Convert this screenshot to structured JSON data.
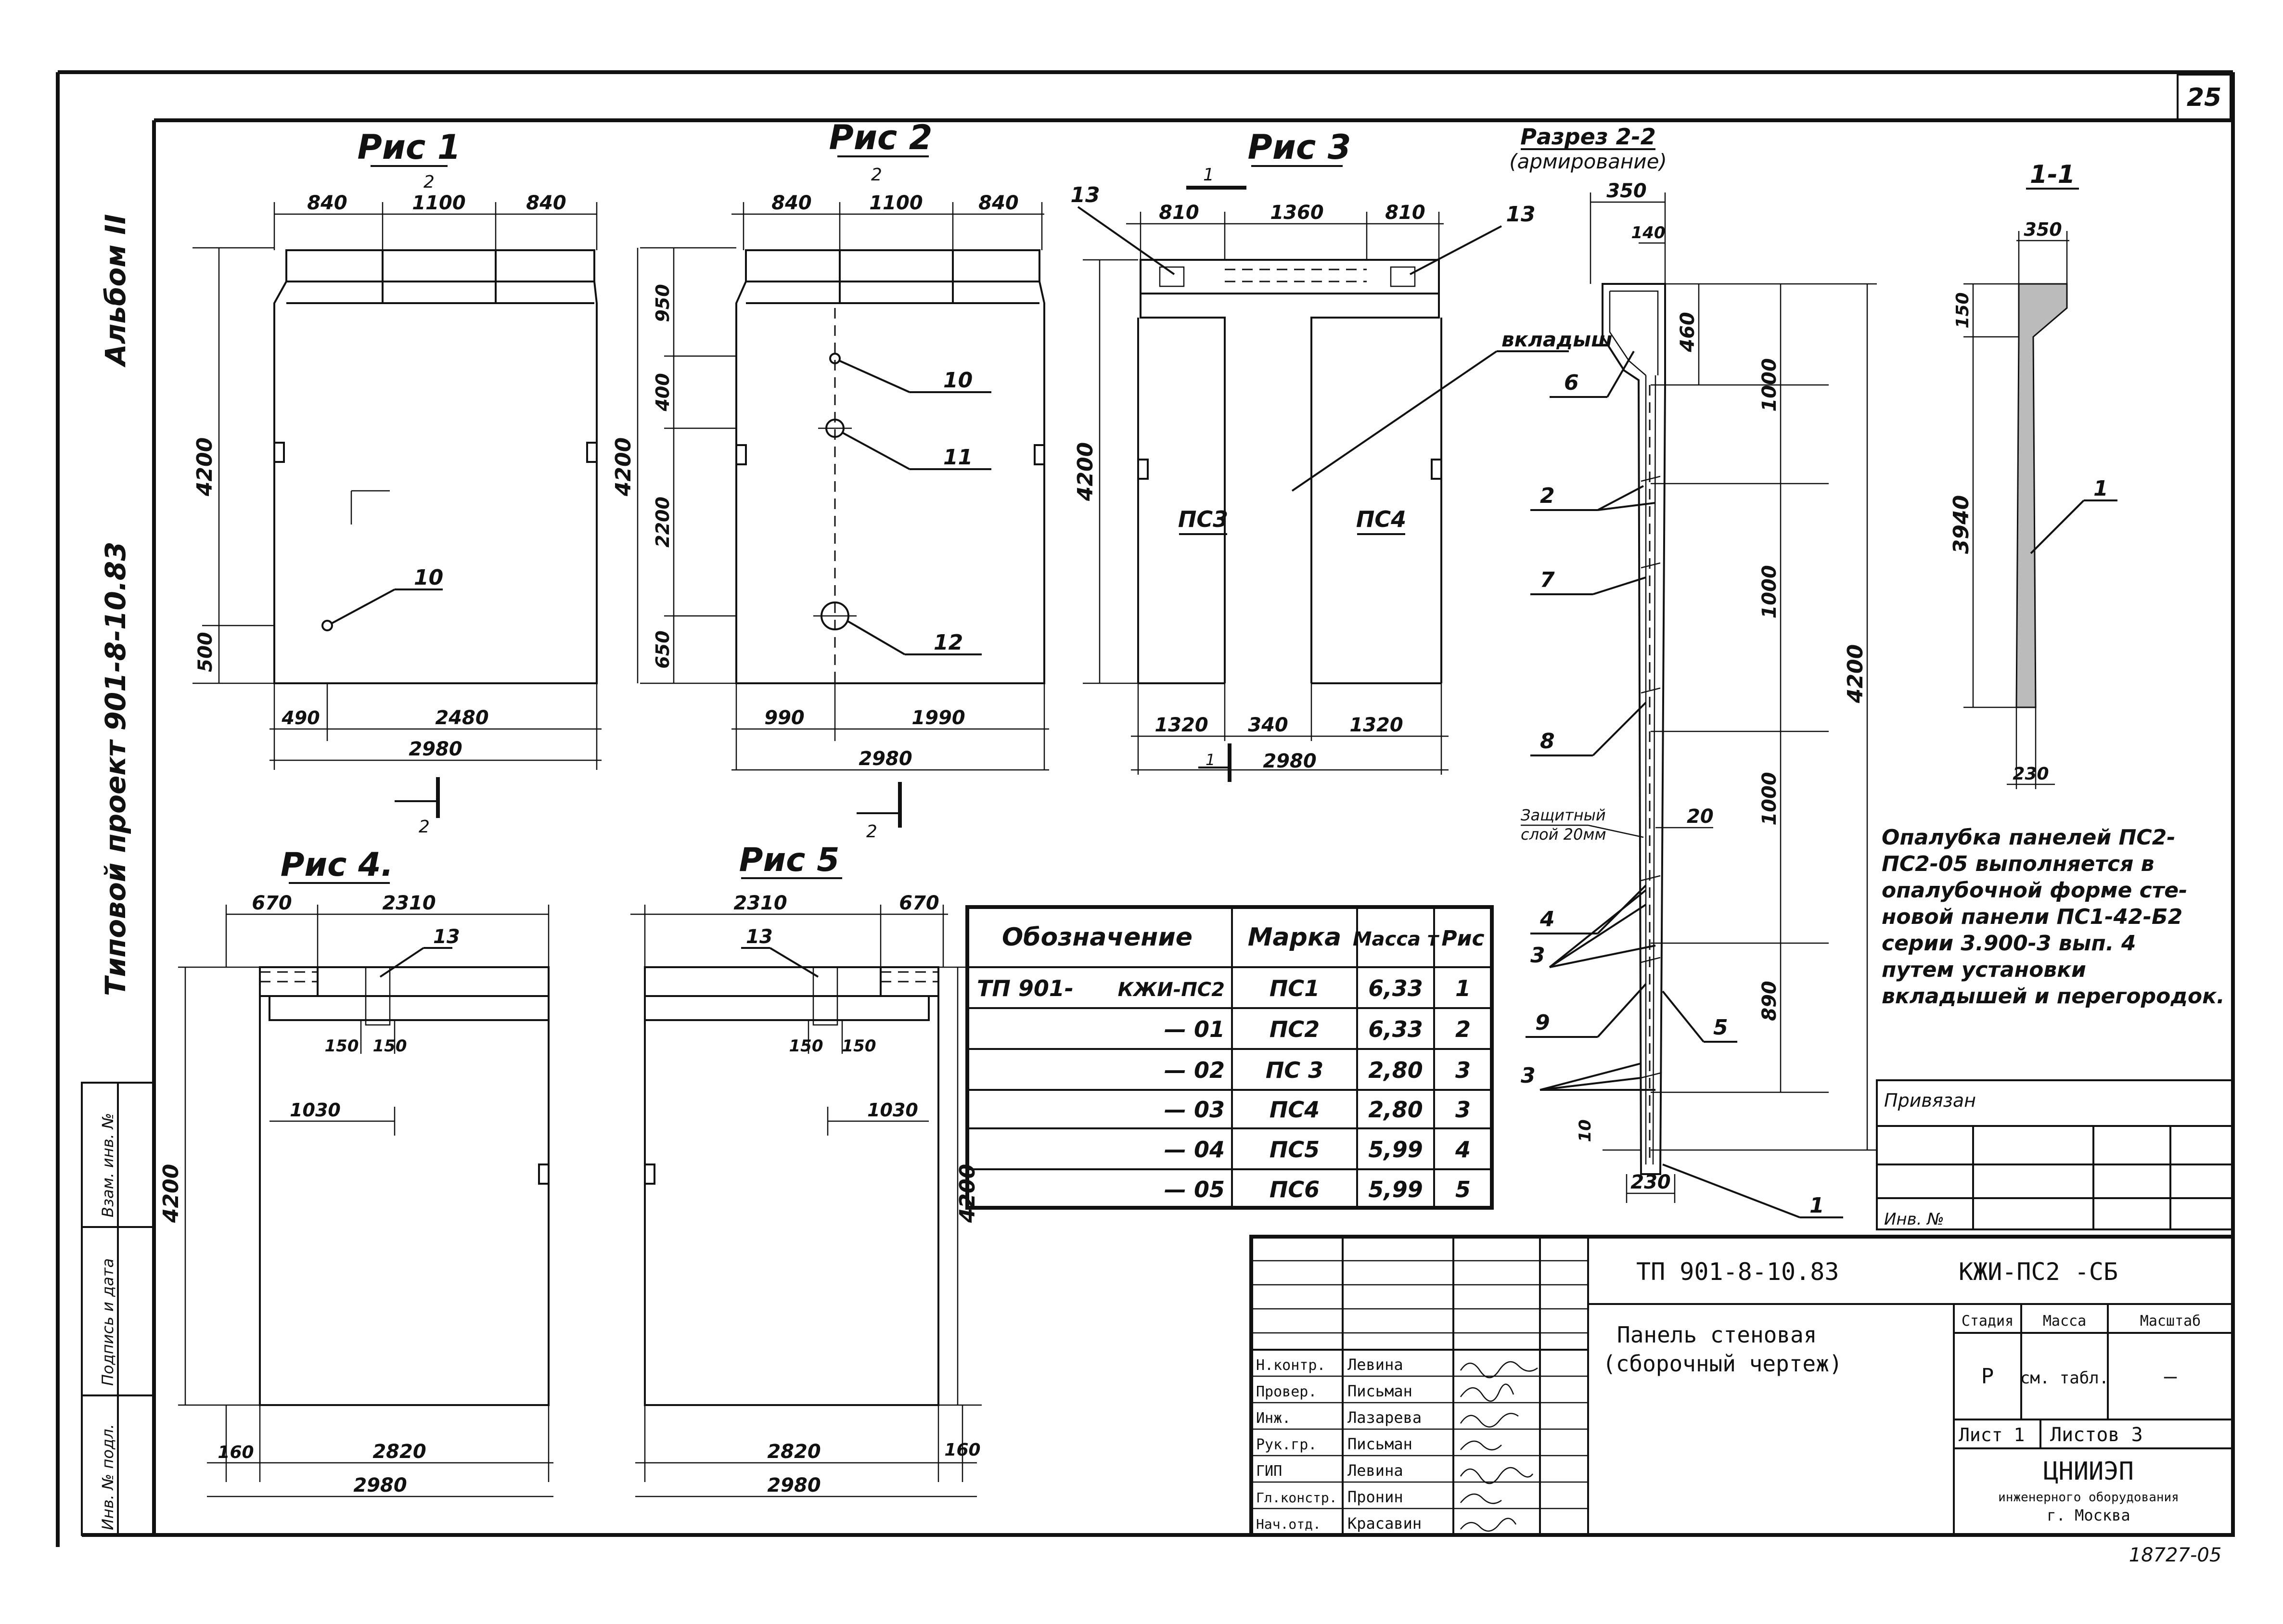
{
  "sheet": {
    "page_number": "25",
    "archive_number": "18727-05",
    "vertical_title_1": "Типовой проект 901-8-10.83",
    "vertical_title_2": "Альбом II",
    "left_stamp": {
      "inv_podl": "Инв. № подл.",
      "podpis": "Подпись и дата",
      "vzam": "Взам. инв. №"
    }
  },
  "figures": {
    "fig1": {
      "title": "Рис 1",
      "section_mark": "2",
      "dims_top": [
        "840",
        "1100",
        "840"
      ],
      "height": "4200",
      "dim_500": "500",
      "dims_bottom": [
        "490",
        "2480"
      ],
      "total_width": "2980",
      "callout_10": "10",
      "cut_mark": "2"
    },
    "fig2": {
      "title": "Рис 2",
      "section_mark": "2",
      "dims_top": [
        "840",
        "1100",
        "840"
      ],
      "height": "4200",
      "dims_left": [
        "950",
        "400",
        "2200",
        "650"
      ],
      "dims_bottom": [
        "990",
        "1990"
      ],
      "total_width": "2980",
      "callouts": [
        "10",
        "11",
        "12"
      ],
      "cut_mark": "2"
    },
    "fig3": {
      "title": "Рис 3",
      "section_mark": "1",
      "dims_top": [
        "810",
        "1360",
        "810"
      ],
      "height": "4200",
      "marks": [
        "ПС3",
        "ПС4"
      ],
      "dims_bottom": [
        "1320",
        "340",
        "1320"
      ],
      "total_width": "2980",
      "callouts": [
        "13",
        "13"
      ],
      "insert_label": "вкладыш",
      "cut_mark": "1"
    },
    "section22": {
      "title": "Разрез 2-2",
      "subtitle": "(армирование)",
      "dims_top": [
        "350",
        "140"
      ],
      "dims_right": [
        "460",
        "1000",
        "1000",
        "1000",
        "890"
      ],
      "height": "4200",
      "dim_20": "20",
      "dim_10": "10",
      "dim_bottom": "230",
      "cover_label_1": "Защитный",
      "cover_label_2": "слой 20мм",
      "callouts": [
        "6",
        "2",
        "7",
        "8",
        "4",
        "3",
        "9",
        "3",
        "5",
        "1"
      ]
    },
    "section11": {
      "title": "1-1",
      "dim_top": "350",
      "dim_150": "150",
      "height": "3940",
      "dim_bottom": "230",
      "callout": "1"
    },
    "fig4": {
      "title": "Рис 4.",
      "dims_top": [
        "670",
        "2310"
      ],
      "callout": "13",
      "dims_small": [
        "150",
        "150"
      ],
      "dim_1030": "1030",
      "height": "4200",
      "dims_bottom": [
        "160",
        "2820"
      ],
      "total_width": "2980"
    },
    "fig5": {
      "title": "Рис 5",
      "dims_top": [
        "2310",
        "670"
      ],
      "callout": "13",
      "dims_small": [
        "150",
        "150"
      ],
      "dim_1030": "1030",
      "height": "4200",
      "dims_bottom": [
        "2820",
        "160"
      ],
      "total_width": "2980"
    }
  },
  "note": [
    "Опалубка панелей ПС2-",
    "ПС2-05 выполняется в",
    "опалубочной форме сте-",
    "новой панели ПС1-42-Б2",
    "серии 3.900-3 вып. 4",
    "путем установки",
    "вкладышей и перегородок."
  ],
  "spec_table": {
    "headers": [
      "Обозначение",
      "Марка",
      "Масса т",
      "Рис"
    ],
    "rows": [
      {
        "prefix": "ТП 901-",
        "code": "КЖИ-ПС2",
        "mark": "ПС1",
        "mass": "6,33",
        "fig": "1"
      },
      {
        "prefix": "",
        "code": "— 01",
        "mark": "ПС2",
        "mass": "6,33",
        "fig": "2"
      },
      {
        "prefix": "",
        "code": "— 02",
        "mark": "ПС 3",
        "mass": "2,80",
        "fig": "3"
      },
      {
        "prefix": "",
        "code": "— 03",
        "mark": "ПС4",
        "mass": "2,80",
        "fig": "3"
      },
      {
        "prefix": "",
        "code": "— 04",
        "mark": "ПС5",
        "mass": "5,99",
        "fig": "4"
      },
      {
        "prefix": "",
        "code": "— 05",
        "mark": "ПС6",
        "mass": "5,99",
        "fig": "5"
      }
    ]
  },
  "binding_box": {
    "privyazan": "Привязан",
    "inv": "Инв. №"
  },
  "title_block": {
    "project_code": "ТП 901-8-10.83",
    "doc_code": "КЖИ-ПС2 -СБ",
    "name_line1": "Панель стеновая",
    "name_line2": "(сборочный чертеж)",
    "stage_header": "Стадия",
    "mass_header": "Масса",
    "scale_header": "Масштаб",
    "stage": "Р",
    "mass": "см. табл.",
    "scale": "—",
    "sheet_label": "Лист 1",
    "sheets_label": "Листов 3",
    "org_1": "ЦНИИЭП",
    "org_2": "инженерного оборудования",
    "org_3": "г. Москва",
    "signatures": [
      {
        "role": "Н.контр.",
        "name": "Левина"
      },
      {
        "role": "Провер.",
        "name": "Письман"
      },
      {
        "role": "Инж.",
        "name": "Лазарева"
      },
      {
        "role": "Рук.гр.",
        "name": "Письман"
      },
      {
        "role": "ГИП",
        "name": "Левина"
      },
      {
        "role": "Гл.констр.",
        "name": "Пронин"
      },
      {
        "role": "Нач.отд.",
        "name": "Красавин"
      }
    ]
  }
}
